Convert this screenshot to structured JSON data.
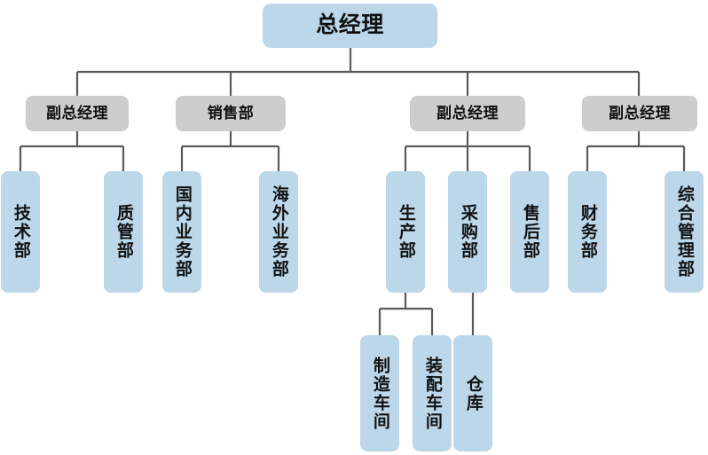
{
  "chart_data": {
    "type": "diagram",
    "diagram_type": "organization-chart",
    "title": "",
    "colors": {
      "level1_fill": "#bcd7ea",
      "level2_fill": "#cdcdcd",
      "level3_fill": "#bcd7ea",
      "level4_fill": "#bcd7ea",
      "connector": "#5a5a5a",
      "text": "#111111",
      "background": "#ffffff"
    },
    "nodes": [
      {
        "id": "n0",
        "label": "总经理",
        "level": 1,
        "parent": null,
        "orientation": "horizontal",
        "fill": "#bcd7ea"
      },
      {
        "id": "n1",
        "label": "副总经理",
        "level": 2,
        "parent": "n0",
        "orientation": "horizontal",
        "fill": "#cdcdcd"
      },
      {
        "id": "n2",
        "label": "销售部",
        "level": 2,
        "parent": "n0",
        "orientation": "horizontal",
        "fill": "#cdcdcd"
      },
      {
        "id": "n3",
        "label": "副总经理",
        "level": 2,
        "parent": "n0",
        "orientation": "horizontal",
        "fill": "#cdcdcd"
      },
      {
        "id": "n4",
        "label": "副总经理",
        "level": 2,
        "parent": "n0",
        "orientation": "horizontal",
        "fill": "#cdcdcd"
      },
      {
        "id": "n5",
        "label": "技术部",
        "level": 3,
        "parent": "n1",
        "orientation": "vertical",
        "fill": "#bcd7ea"
      },
      {
        "id": "n6",
        "label": "质管部",
        "level": 3,
        "parent": "n1",
        "orientation": "vertical",
        "fill": "#bcd7ea"
      },
      {
        "id": "n7",
        "label": "国内业务部",
        "level": 3,
        "parent": "n2",
        "orientation": "vertical",
        "fill": "#bcd7ea"
      },
      {
        "id": "n8",
        "label": "海外业务部",
        "level": 3,
        "parent": "n2",
        "orientation": "vertical",
        "fill": "#bcd7ea"
      },
      {
        "id": "n9",
        "label": "生产部",
        "level": 3,
        "parent": "n3",
        "orientation": "vertical",
        "fill": "#bcd7ea"
      },
      {
        "id": "n10",
        "label": "采购部",
        "level": 3,
        "parent": "n3",
        "orientation": "vertical",
        "fill": "#bcd7ea"
      },
      {
        "id": "n11",
        "label": "售后部",
        "level": 3,
        "parent": "n3",
        "orientation": "vertical",
        "fill": "#bcd7ea"
      },
      {
        "id": "n12",
        "label": "财务部",
        "level": 3,
        "parent": "n4",
        "orientation": "vertical",
        "fill": "#bcd7ea"
      },
      {
        "id": "n13",
        "label": "综合管理部",
        "level": 3,
        "parent": "n4",
        "orientation": "vertical",
        "fill": "#bcd7ea"
      },
      {
        "id": "n14",
        "label": "制造车间",
        "level": 4,
        "parent": "n9",
        "orientation": "vertical",
        "fill": "#bcd7ea"
      },
      {
        "id": "n15",
        "label": "装配车间",
        "level": 4,
        "parent": "n9",
        "orientation": "vertical",
        "fill": "#bcd7ea"
      },
      {
        "id": "n16",
        "label": "仓库",
        "level": 4,
        "parent": "n10",
        "orientation": "vertical",
        "fill": "#bcd7ea"
      }
    ],
    "edges": [
      {
        "from": "n0",
        "to": "n1"
      },
      {
        "from": "n0",
        "to": "n2"
      },
      {
        "from": "n0",
        "to": "n3"
      },
      {
        "from": "n0",
        "to": "n4"
      },
      {
        "from": "n1",
        "to": "n5"
      },
      {
        "from": "n1",
        "to": "n6"
      },
      {
        "from": "n2",
        "to": "n7"
      },
      {
        "from": "n2",
        "to": "n8"
      },
      {
        "from": "n3",
        "to": "n9"
      },
      {
        "from": "n3",
        "to": "n10"
      },
      {
        "from": "n3",
        "to": "n11"
      },
      {
        "from": "n4",
        "to": "n12"
      },
      {
        "from": "n4",
        "to": "n13"
      },
      {
        "from": "n9",
        "to": "n14"
      },
      {
        "from": "n9",
        "to": "n15"
      },
      {
        "from": "n10",
        "to": "n16"
      }
    ]
  },
  "nodes": {
    "root": {
      "label": "总经理"
    },
    "vp_one": {
      "label": "副总经理"
    },
    "sales_dept": {
      "label": "销售部"
    },
    "vp_two": {
      "label": "副总经理"
    },
    "vp_three": {
      "label": "副总经理"
    },
    "tech_dept": {
      "label": "技术部"
    },
    "quality_dept": {
      "label": "质管部"
    },
    "domestic_business_dept": {
      "label": "国内业务部"
    },
    "overseas_business_dept": {
      "label": "海外业务部"
    },
    "production_dept": {
      "label": "生产部"
    },
    "purchasing_dept": {
      "label": "采购部"
    },
    "aftersales_dept": {
      "label": "售后部"
    },
    "finance_dept": {
      "label": "财务部"
    },
    "general_admin_dept": {
      "label": "综合管理部"
    },
    "manufacturing_workshop": {
      "label": "制造车间"
    },
    "assembly_workshop": {
      "label": "装配车间"
    },
    "warehouse": {
      "label": "仓库"
    }
  }
}
